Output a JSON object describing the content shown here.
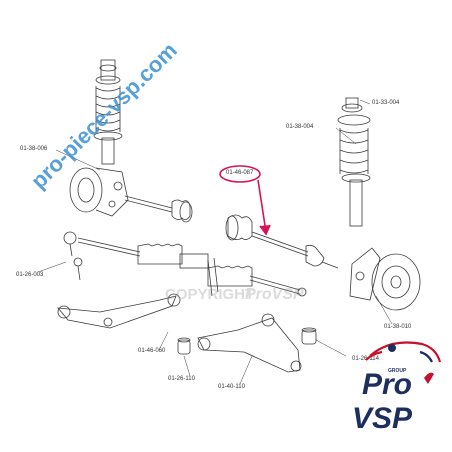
{
  "watermark": {
    "diagonal_text": "pro-piece-vsp.com",
    "copyright_text": "COPYRIGHT",
    "copyright_brand": "ProVSP"
  },
  "logo": {
    "word_top": "Pro",
    "word_group": "GROUP",
    "word_bottom": "VSP",
    "colors": {
      "navy": "#1d2f5e",
      "red": "#c8102e"
    }
  },
  "part_refs": {
    "r_01_38_006": "01-38-006",
    "r_01_33_004_top": "01-33-004",
    "r_01_38_004": "01-38-004",
    "r_01_46_087": "01-46-087",
    "r_01_26_003": "01-26-003",
    "r_01_38_010": "01-38-010",
    "r_01_46_060": "01-46-060",
    "r_01_26_114": "01-26-114",
    "r_01_26_110": "01-26-110",
    "r_01_40_110": "01-40-110"
  },
  "highlight": {
    "target_ref": "01-46-087",
    "color": "#d4145a"
  },
  "colors": {
    "line_art": "#3a3a3a",
    "watermark_blue": "#3b8fd4"
  }
}
